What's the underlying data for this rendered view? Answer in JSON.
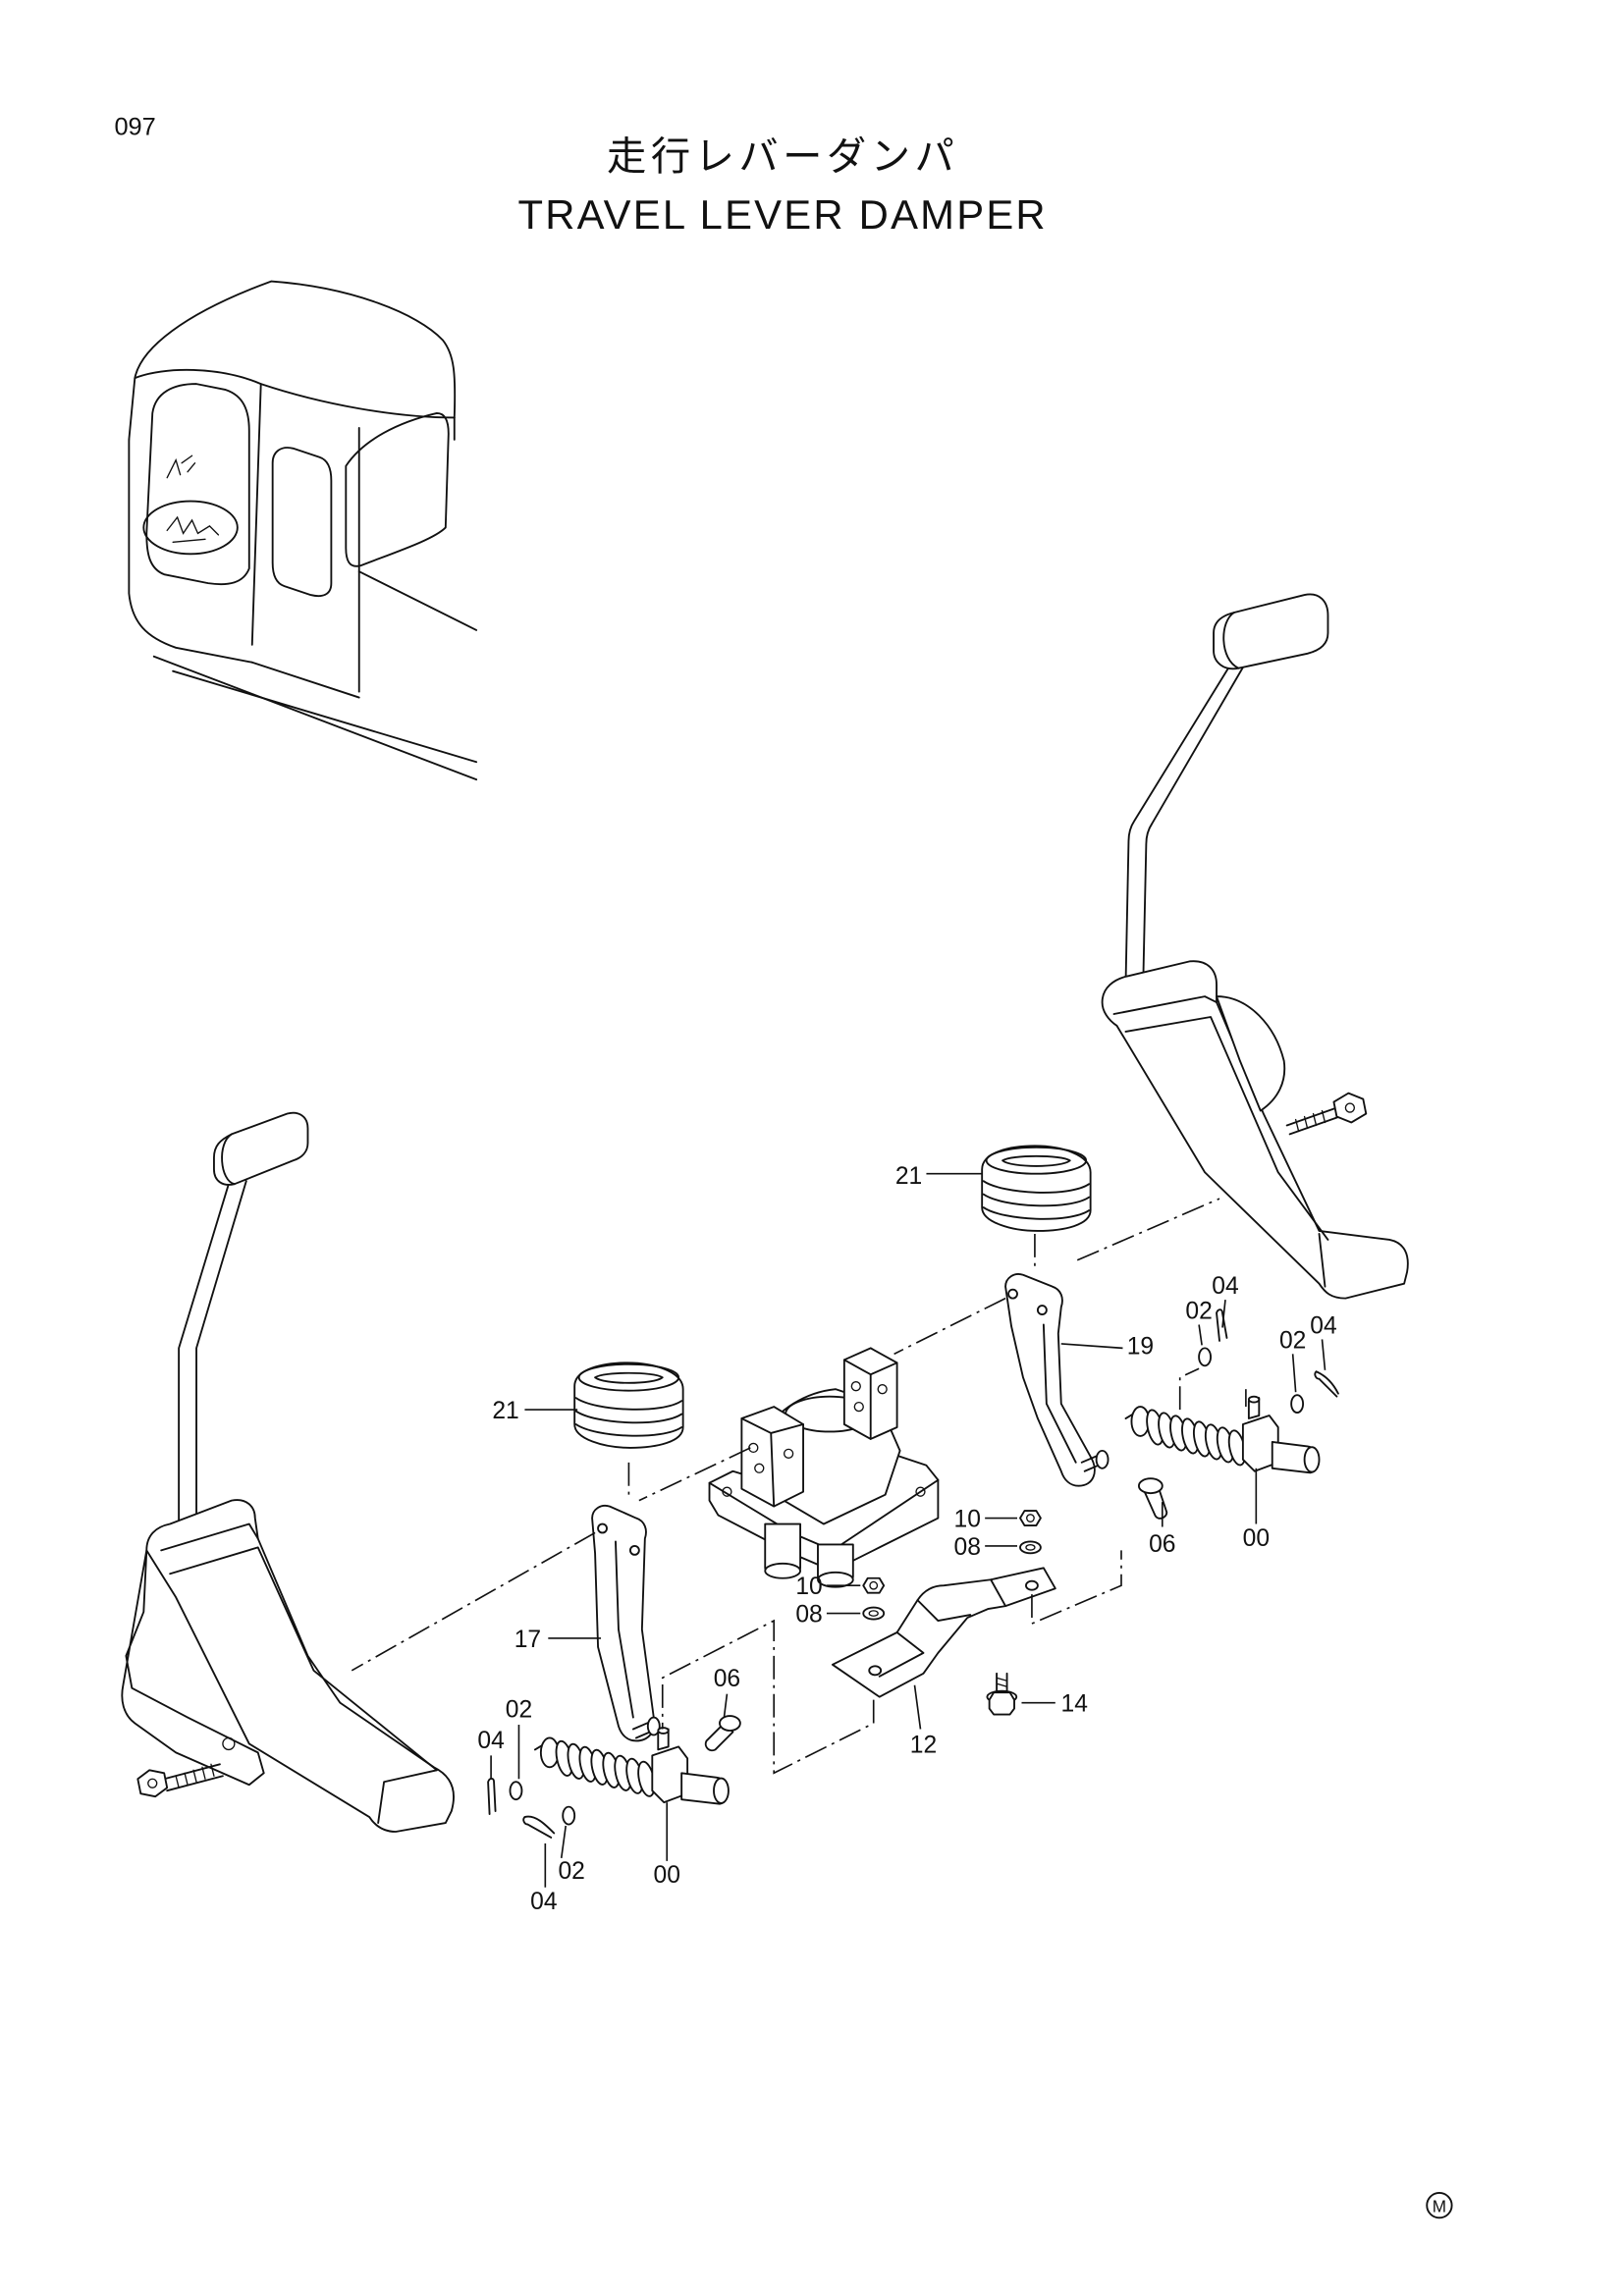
{
  "page_number": "097",
  "title_ja": "走行レバーダンパ",
  "title_en": "TRAVEL LEVER DAMPER",
  "callouts": {
    "boot_right": "21",
    "boot_left": "21",
    "bracket_right": "19",
    "cotter_pin_right_top": "04",
    "washer_right_top": "02",
    "washer_right_end": "02",
    "cotter_pin_right_end": "04",
    "nut_right": "10",
    "washer_plain_right": "08",
    "nut_left": "10",
    "washer_plain_left": "08",
    "pin_right": "06",
    "damper_right": "00",
    "bracket_left": "17",
    "pin_left": "06",
    "bolt": "14",
    "plate": "12",
    "washer_left_top": "02",
    "cotter_pin_left_top": "04",
    "washer_left_end": "02",
    "cotter_pin_left_end": "04",
    "damper_left": "00"
  },
  "corner_mark": "M"
}
